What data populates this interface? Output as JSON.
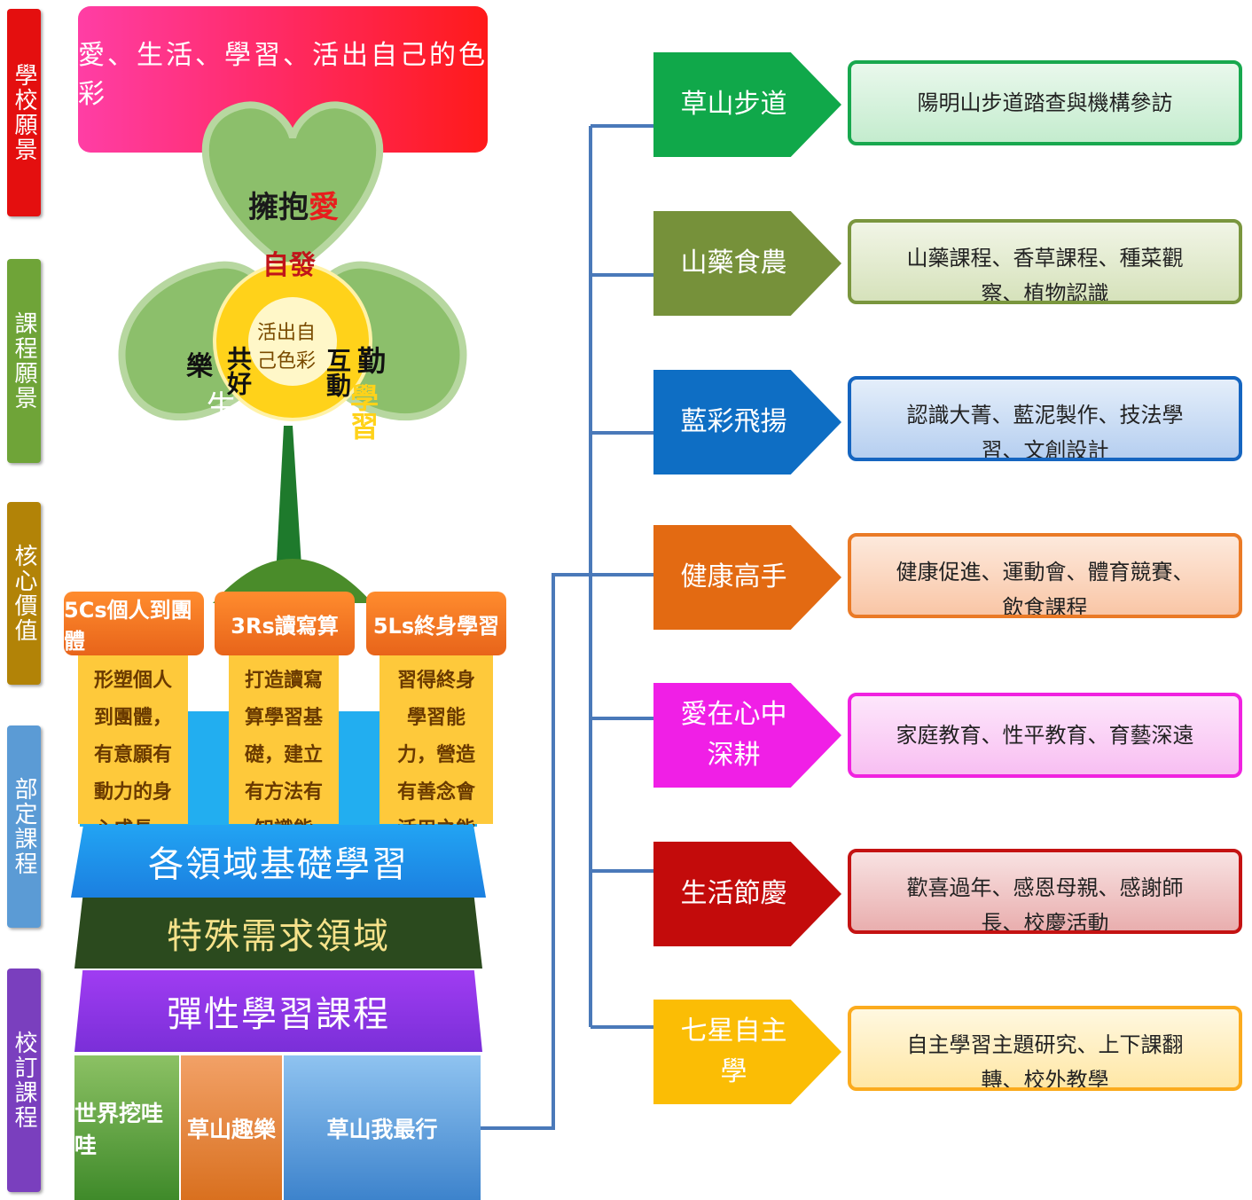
{
  "side_labels": [
    "學校願景",
    "課程願景",
    "核心價值",
    "部定課程",
    "校訂課程"
  ],
  "vision_banner": "愛、生活、學習、活出自己的色彩",
  "flower": {
    "top_petal": [
      "擁抱",
      "愛"
    ],
    "left_petal_a": "樂",
    "left_petal_b": "生活",
    "right_petal_a": "勤",
    "right_petal_b": "學習",
    "ring_top": "自發",
    "ring_left": "共好",
    "ring_right": "互動",
    "center": "活出自己色彩"
  },
  "pillars": [
    {
      "title": "5Cs個人到團體",
      "body": "形塑個人到團體，有意願有動力的身心成長。"
    },
    {
      "title": "3Rs讀寫算",
      "body": "打造讀寫算學習基礎，建立有方法有知識能力。"
    },
    {
      "title": "5Ls終身學習",
      "body": "習得終身學習能力，營造有善念會活用之能力。"
    }
  ],
  "layers": [
    "各領域基礎學習",
    "特殊需求領域",
    "彈性學習課程"
  ],
  "base_blocks": [
    "世界挖哇哇",
    "草山趣樂",
    "草山我最行"
  ],
  "categories": [
    {
      "name": "草山步道",
      "desc": "陽明山步道踏查與機構參訪",
      "color": "#10a84a",
      "border": "#18a84e",
      "bg": "#d6f3dc"
    },
    {
      "name": "山藥食農",
      "desc": "山藥課程、香草課程、種菜觀察、植物認識",
      "color": "#76913a",
      "border": "#7a963e",
      "bg": "#e3ebcf"
    },
    {
      "name": "藍彩飛揚",
      "desc": "認識大菁、藍泥製作、技法學習、文創設計",
      "color": "#0e6ec4",
      "border": "#1565c0",
      "bg": "#c9dcf2"
    },
    {
      "name": "健康高手",
      "desc": "健康促進、運動會、體育競賽、飲食課程",
      "color": "#e36a12",
      "border": "#ea7a26",
      "bg": "#fbd8c2"
    },
    {
      "name": "愛在心中深耕",
      "desc": "家庭教育、性平教育、育藝深遠",
      "color": "#f01fe6",
      "border": "#f022e0",
      "bg": "#fbd2f6"
    },
    {
      "name": "生活節慶",
      "desc": "歡喜過年、感恩母親、感謝師長、校慶活動",
      "color": "#c30b0b",
      "border": "#c41212",
      "bg": "#f1c2c2"
    },
    {
      "name": "七星自主學",
      "desc": "自主學習主題研究、上下課翻轉、校外教學",
      "color": "#fbbd05",
      "border": "#fbab1e",
      "bg": "#fff0c2"
    }
  ]
}
